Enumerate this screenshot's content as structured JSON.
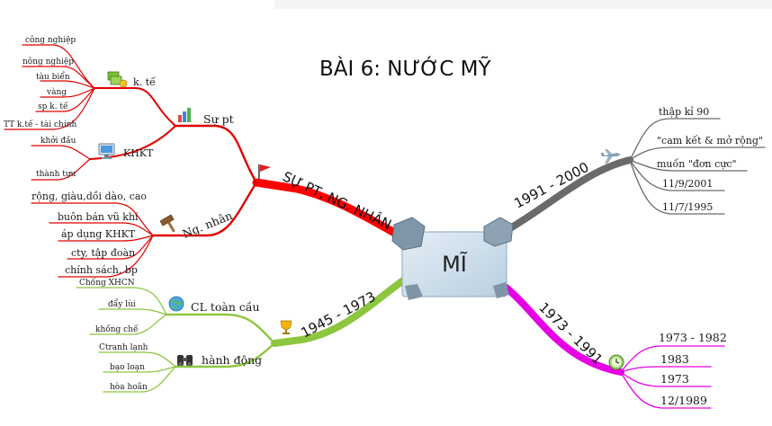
{
  "title": "BÀI 6: NƯỚC MỸ",
  "center": "MĨ",
  "branches": {
    "su_pt": {
      "label": "SỰ PT, NG. NHÂN",
      "color": "#ff0000",
      "kte": {
        "label": "k. tế",
        "items": [
          "công nghiệp",
          "nông nghiệp",
          "tàu biển",
          "vàng",
          "sp k. tế",
          "TT k.tế - tài chính"
        ]
      },
      "supt": {
        "label": "Sự pt"
      },
      "khkt": {
        "label": "KHKT",
        "items": [
          "khởi đầu",
          "thành tựu"
        ]
      },
      "ngnhan": {
        "label": "Ng. nhân",
        "items": [
          "rộng, giàu,dồi dào, cao",
          "buôn bán vũ khí",
          "áp dụng KHKT",
          "cty, tập đoàn",
          "chính sách, bp"
        ]
      }
    },
    "p1945": {
      "label": "1945 - 1973",
      "color": "#8cc63f",
      "clcau": {
        "label": "CL toàn cầu",
        "items": [
          "Chống XHCN",
          "đẩy lùi",
          "khống chế"
        ]
      },
      "hanhdong": {
        "label": "hành động",
        "items": [
          "Ctranh lạnh",
          "bạo loạn",
          "hòa hoãn"
        ]
      }
    },
    "p1991": {
      "label": "1991 - 2000",
      "color": "#666666",
      "items": [
        "thập kỉ 90",
        "\"cam kết & mở rộng\"",
        "muốn \"đơn cực\"",
        "11/9/2001",
        "11/7/1995"
      ]
    },
    "p1973": {
      "label": "1973 - 1991",
      "color": "#e600e6",
      "items": [
        "1973 - 1982",
        "1983",
        "1973",
        "12/1989"
      ]
    }
  },
  "icons": [
    "money-icon",
    "chart-icon",
    "computer-icon",
    "gavel-icon",
    "flag-icon",
    "globe-icon",
    "binoculars-icon",
    "trophy-icon",
    "airplane-icon",
    "clock-icon"
  ]
}
